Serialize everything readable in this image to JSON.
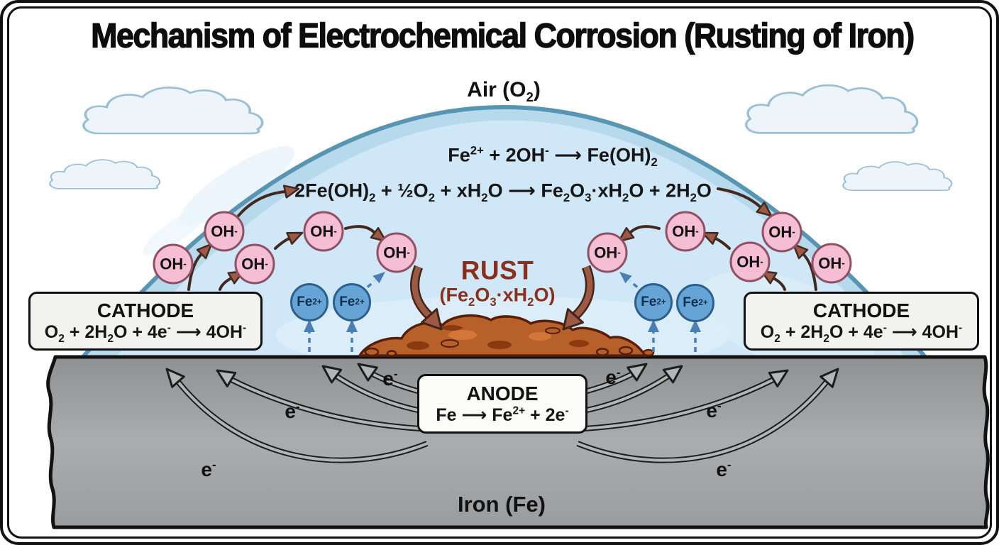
{
  "title": "Mechanism of Electrochemical Corrosion (Rusting of Iron)",
  "air_label": "Air (O<sub>2</sub>)",
  "equations": {
    "hydroxide_formation": "Fe<sup>2+</sup> + 2OH<sup>-</sup> ⟶ Fe(OH)<sub>2</sub>",
    "rust_formation": "2Fe(OH)<sub>2</sub> + ½O<sub>2</sub> + xH<sub>2</sub>O ⟶ Fe<sub>2</sub>O<sub>3</sub>·xH<sub>2</sub>O + 2H<sub>2</sub>O"
  },
  "rust": {
    "label": "RUST",
    "formula": "(Fe<sub>2</sub>O<sub>3</sub>·xH<sub>2</sub>O)",
    "text_color": "#8a2f1d"
  },
  "ions": {
    "hydroxide_label": "OH<sup>-</sup>",
    "iron_ion_label": "Fe<sup>2+</sup>"
  },
  "cathode": {
    "title": "CATHODE",
    "reaction": "O<sub>2</sub> + 2H<sub>2</sub>O + 4e<sup>-</sup> ⟶ 4OH<sup>-</sup>"
  },
  "anode": {
    "title": "ANODE",
    "reaction": "Fe ⟶ Fe<sup>2+</sup> + 2e<sup>-</sup>"
  },
  "iron": {
    "label": "Iron (Fe)",
    "electron_label": "e<sup>-</sup>"
  },
  "colors": {
    "water_fill": "#cfe7f6",
    "water_edge": "#5795b3",
    "hydroxide_fill": "#f5bed2",
    "hydroxide_border": "#8f5064",
    "iron_ion_fill": "#67a4d6",
    "iron_ion_border": "#2b5f8e",
    "rust_fill": "#b8602a",
    "rust_outline": "#571f0b",
    "iron_gray": "#a8a9ab",
    "electron_arrow_gray": "#b4b5b6",
    "brown_arrow": "#9c5a45",
    "blue_arrow": "#4a7fb5"
  }
}
